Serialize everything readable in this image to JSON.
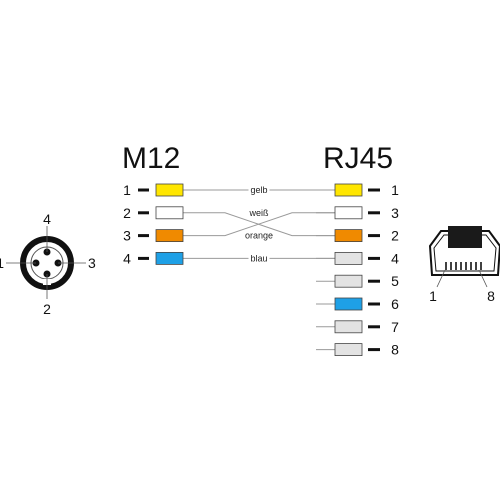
{
  "titles": {
    "left": "M12",
    "right": "RJ45"
  },
  "m12_connector": {
    "pin_labels": [
      "4",
      "1",
      "3",
      "2"
    ]
  },
  "rj45_connector": {
    "pin_labels": [
      "1",
      "8"
    ]
  },
  "left_pins": [
    {
      "num": "1",
      "color": "#ffe600"
    },
    {
      "num": "2",
      "color": "#ffffff"
    },
    {
      "num": "3",
      "color": "#f08a00"
    },
    {
      "num": "4",
      "color": "#1ea0e6"
    }
  ],
  "right_pins": [
    {
      "num": "1",
      "color": "#ffe600"
    },
    {
      "num": "3",
      "color": "#ffffff"
    },
    {
      "num": "2",
      "color": "#f08a00"
    },
    {
      "num": "4",
      "color": "#e3e3e3"
    },
    {
      "num": "5",
      "color": "#e3e3e3"
    },
    {
      "num": "6",
      "color": "#1ea0e6"
    },
    {
      "num": "7",
      "color": "#e3e3e3"
    },
    {
      "num": "8",
      "color": "#e3e3e3"
    }
  ],
  "wires": [
    {
      "label": "gelb"
    },
    {
      "label": "weiß"
    },
    {
      "label": "orange"
    },
    {
      "label": "blau"
    }
  ]
}
